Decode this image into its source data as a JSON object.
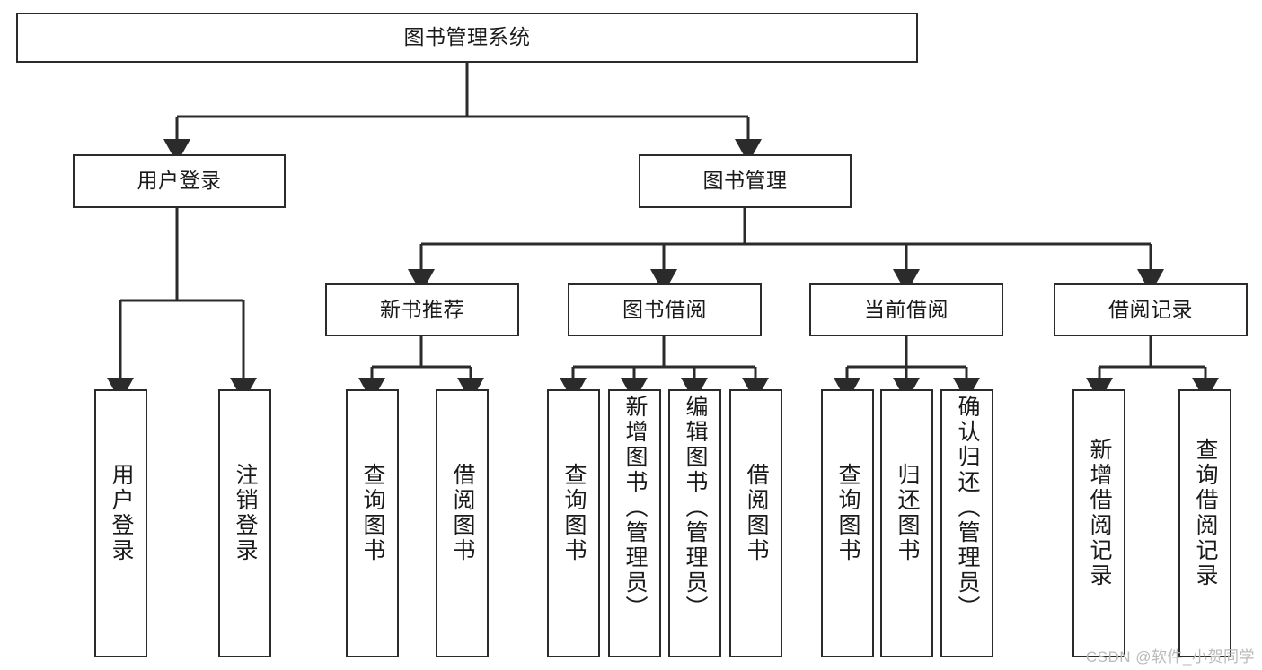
{
  "diagram": {
    "title": "图书管理系统",
    "type": "hierarchy-tree",
    "watermark": "CSDN @软件_小贺同学",
    "colors": {
      "border": "#2b2b2b",
      "background": "#ffffff",
      "text": "#1a1a1a",
      "watermark": "#b9b9b9"
    },
    "nodes": {
      "root": {
        "label": "图书管理系统"
      },
      "level2": [
        {
          "label": "用户登录"
        },
        {
          "label": "图书管理"
        }
      ],
      "level3": [
        {
          "label": "新书推荐"
        },
        {
          "label": "图书借阅"
        },
        {
          "label": "当前借阅"
        },
        {
          "label": "借阅记录"
        }
      ],
      "leaves_user_login": [
        {
          "label": "用户登录"
        },
        {
          "label": "注销登录"
        }
      ],
      "leaves_new_book": [
        {
          "label": "查询图书"
        },
        {
          "label": "借阅图书"
        }
      ],
      "leaves_borrow": [
        {
          "label": "查询图书"
        },
        {
          "label": "新增图书（管理员）"
        },
        {
          "label": "编辑图书（管理员）"
        },
        {
          "label": "借阅图书"
        }
      ],
      "leaves_current": [
        {
          "label": "查询图书"
        },
        {
          "label": "归还图书"
        },
        {
          "label": "确认归还（管理员）"
        }
      ],
      "leaves_records": [
        {
          "label": "新增借阅记录"
        },
        {
          "label": "查询借阅记录"
        }
      ]
    }
  }
}
